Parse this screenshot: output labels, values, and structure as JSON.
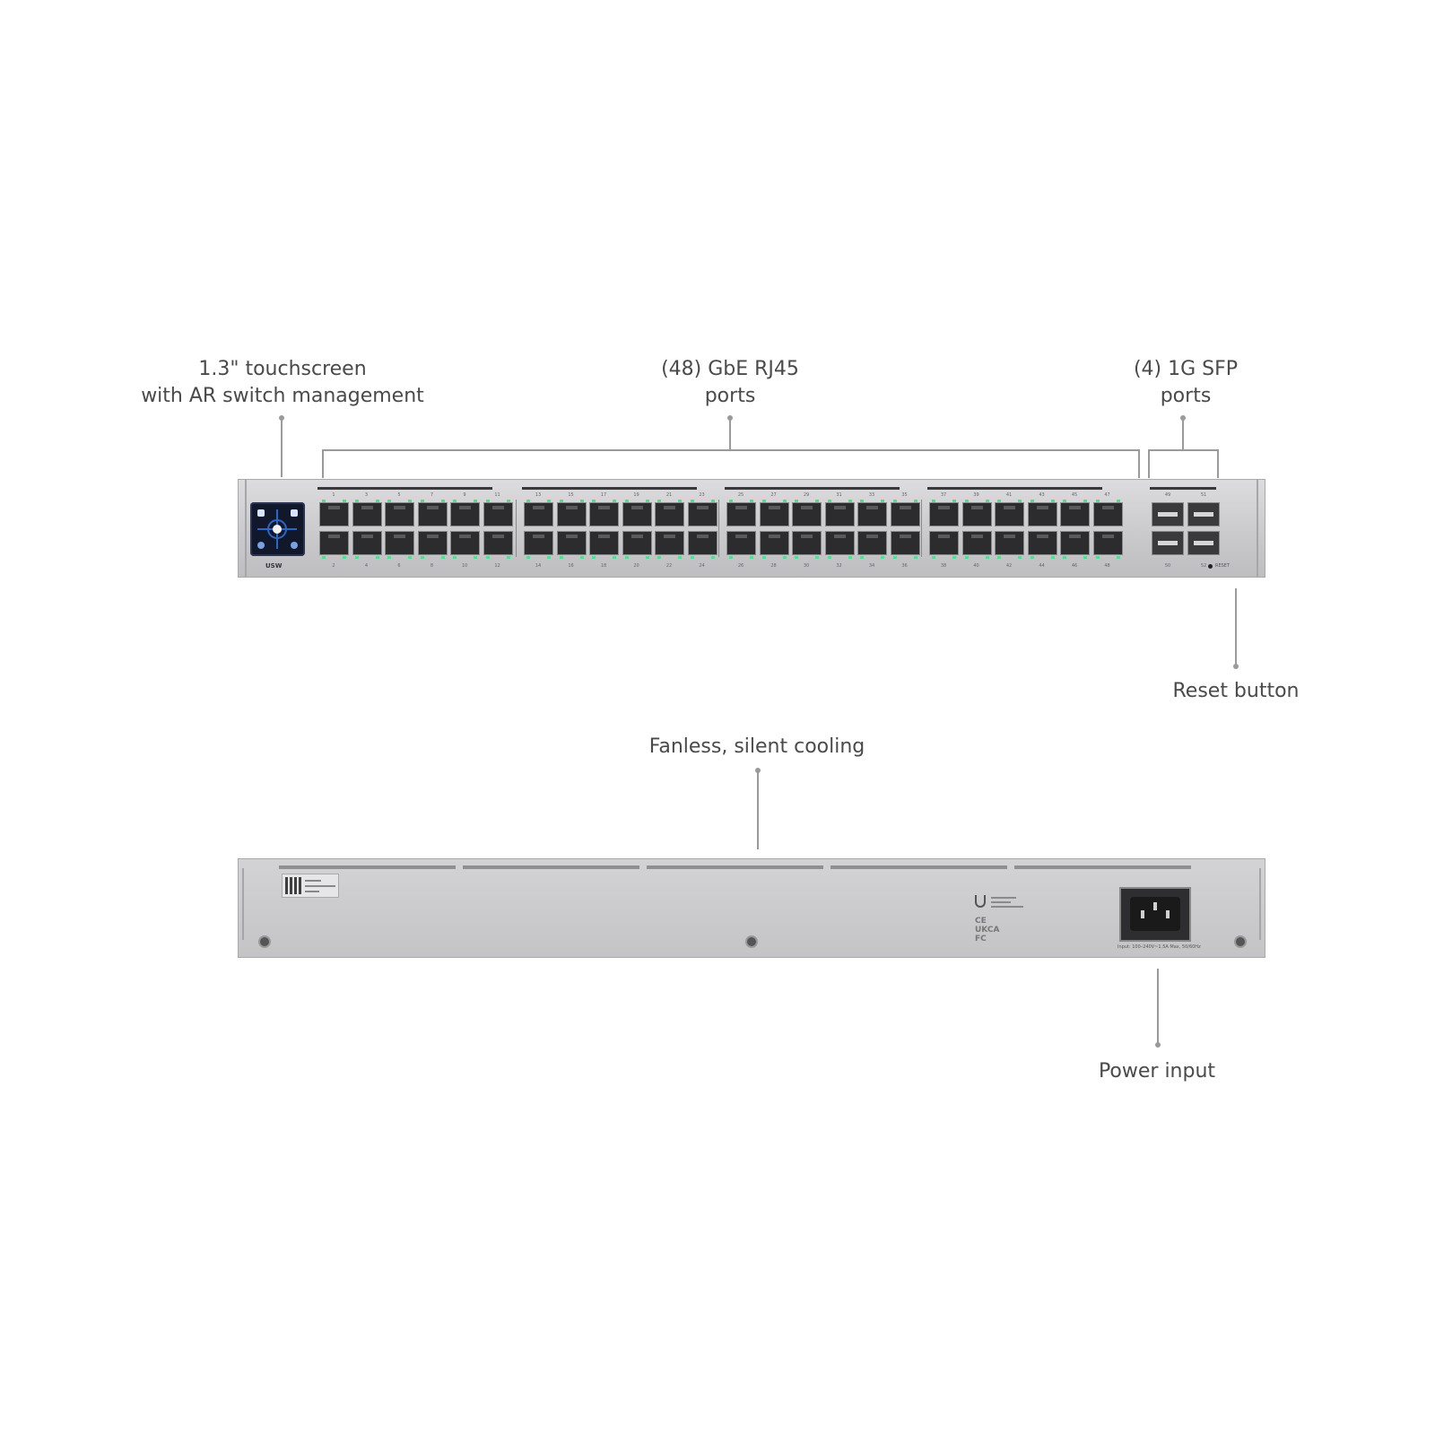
{
  "callouts": {
    "touchscreen_line1": "1.3\" touchscreen",
    "touchscreen_line2": "with AR switch management",
    "rj45_line1": "(48) GbE RJ45",
    "rj45_line2": "ports",
    "sfp_line1": "(4) 1G SFP",
    "sfp_line2": "ports",
    "reset": "Reset button",
    "cooling": "Fanless, silent cooling",
    "power": "Power input"
  },
  "front_panel": {
    "model_label": "USW",
    "reset_label": "RESET",
    "top_port_numbers": [
      "1",
      "3",
      "5",
      "7",
      "9",
      "11",
      "13",
      "15",
      "17",
      "19",
      "21",
      "23",
      "25",
      "27",
      "29",
      "31",
      "33",
      "35",
      "37",
      "39",
      "41",
      "43",
      "45",
      "47"
    ],
    "bottom_port_numbers": [
      "2",
      "4",
      "6",
      "8",
      "10",
      "12",
      "14",
      "16",
      "18",
      "20",
      "22",
      "24",
      "26",
      "28",
      "30",
      "32",
      "34",
      "36",
      "38",
      "40",
      "42",
      "44",
      "46",
      "48"
    ],
    "sfp_top_numbers": [
      "49",
      "51"
    ],
    "sfp_bottom_numbers": [
      "50",
      "52"
    ],
    "led_color": "#4fe08a"
  },
  "rear_panel": {
    "power_label": "Input: 100–240V~1.5A Max, 50/60Hz",
    "cert_marks": "CE UKCA FC"
  }
}
